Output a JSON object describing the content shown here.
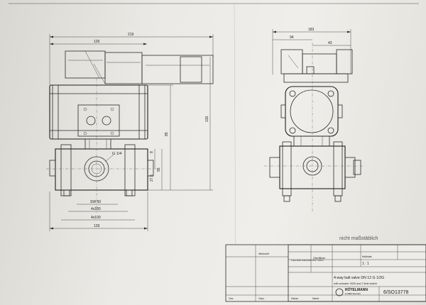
{
  "drawing": {
    "front_view": {
      "dims": {
        "overall_width": "219",
        "top_width": "129",
        "height_total": "130",
        "height_mid": "85",
        "port_size": "G 1/4",
        "dim_a": "8",
        "dim_b": "27.5",
        "dim_c": "55",
        "sw": "SW 50",
        "bolt1": "4x180",
        "bolt2": "4x100",
        "bottom_width": "129"
      }
    },
    "side_view": {
      "dims": {
        "overall_width": "183",
        "dim_a": "94",
        "dim_b": "43"
      }
    },
    "note": "nicht maßstäblich"
  },
  "title_block": {
    "material": "Werkstoff",
    "scale_label": "Maßstab",
    "scale_value": "1 : 1",
    "tolerances": "Freie Maß-Toleranzen DIN 7168 m",
    "surface": "Oberfläche",
    "title_line1": "4-way ball valve DN 12 G 1/2G",
    "title_line2": "with actuator 0025 and 2 limit switch",
    "company": "RÖTELMANN",
    "company_sub": "D-5880 Werdohl",
    "drawing_number": "6/SO13778",
    "date_label": "Datum",
    "name_label": "Name",
    "drawn_label": "Gez.",
    "checked_label": "Gepr."
  }
}
